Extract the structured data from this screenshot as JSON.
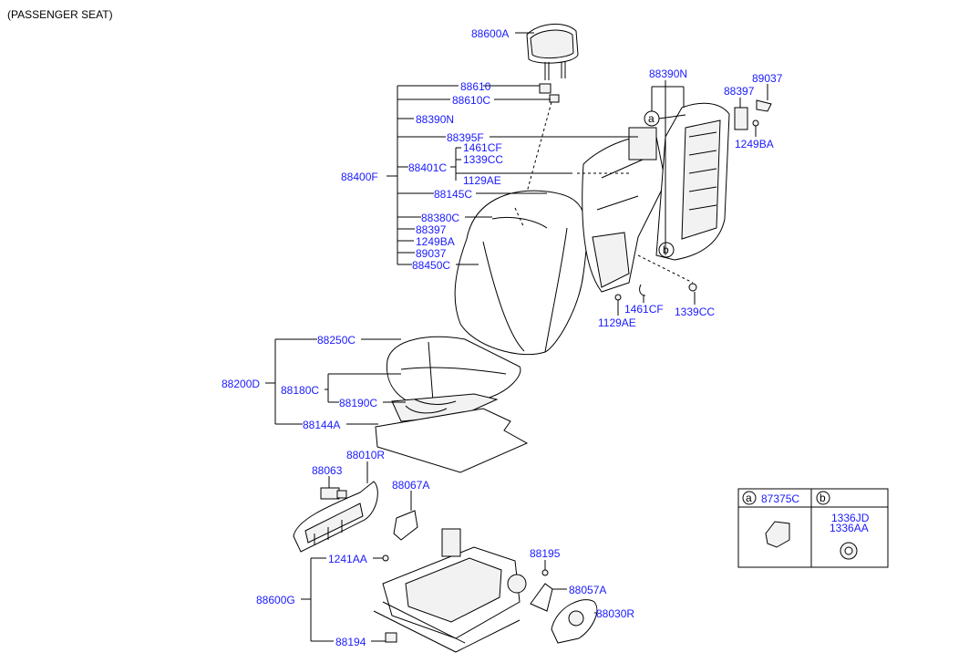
{
  "title": "(PASSENGER SEAT)",
  "labels": {
    "l_88600A": "88600A",
    "l_88610": "88610",
    "l_88610C": "88610C",
    "l_88390N_a": "88390N",
    "l_88395F": "88395F",
    "l_1461CF_a": "1461CF",
    "l_1339CC_a": "1339CC",
    "l_88401C": "88401C",
    "l_88400F": "88400F",
    "l_1129AE_a": "1129AE",
    "l_88145C": "88145C",
    "l_88380C": "88380C",
    "l_88397_a": "88397",
    "l_1249BA_a": "1249BA",
    "l_89037_a": "89037",
    "l_88450C": "88450C",
    "l_88390N_b": "88390N",
    "l_88397_b": "88397",
    "l_89037_b": "89037",
    "l_1249BA_b": "1249BA",
    "l_1461CF_b": "1461CF",
    "l_1129AE_b": "1129AE",
    "l_1339CC_b": "1339CC",
    "l_88250C": "88250C",
    "l_88200D": "88200D",
    "l_88180C": "88180C",
    "l_88190C": "88190C",
    "l_88144A": "88144A",
    "l_88010R": "88010R",
    "l_88063": "88063",
    "l_88067A": "88067A",
    "l_1241AA": "1241AA",
    "l_88195": "88195",
    "l_88600G": "88600G",
    "l_88057A": "88057A",
    "l_88030R": "88030R",
    "l_88194": "88194"
  },
  "callouts": {
    "a": "a",
    "b": "b"
  },
  "legend": {
    "a_marker": "a",
    "a_part": "87375C",
    "b_marker": "b",
    "b_part1": "1336JD",
    "b_part2": "1336AA"
  }
}
